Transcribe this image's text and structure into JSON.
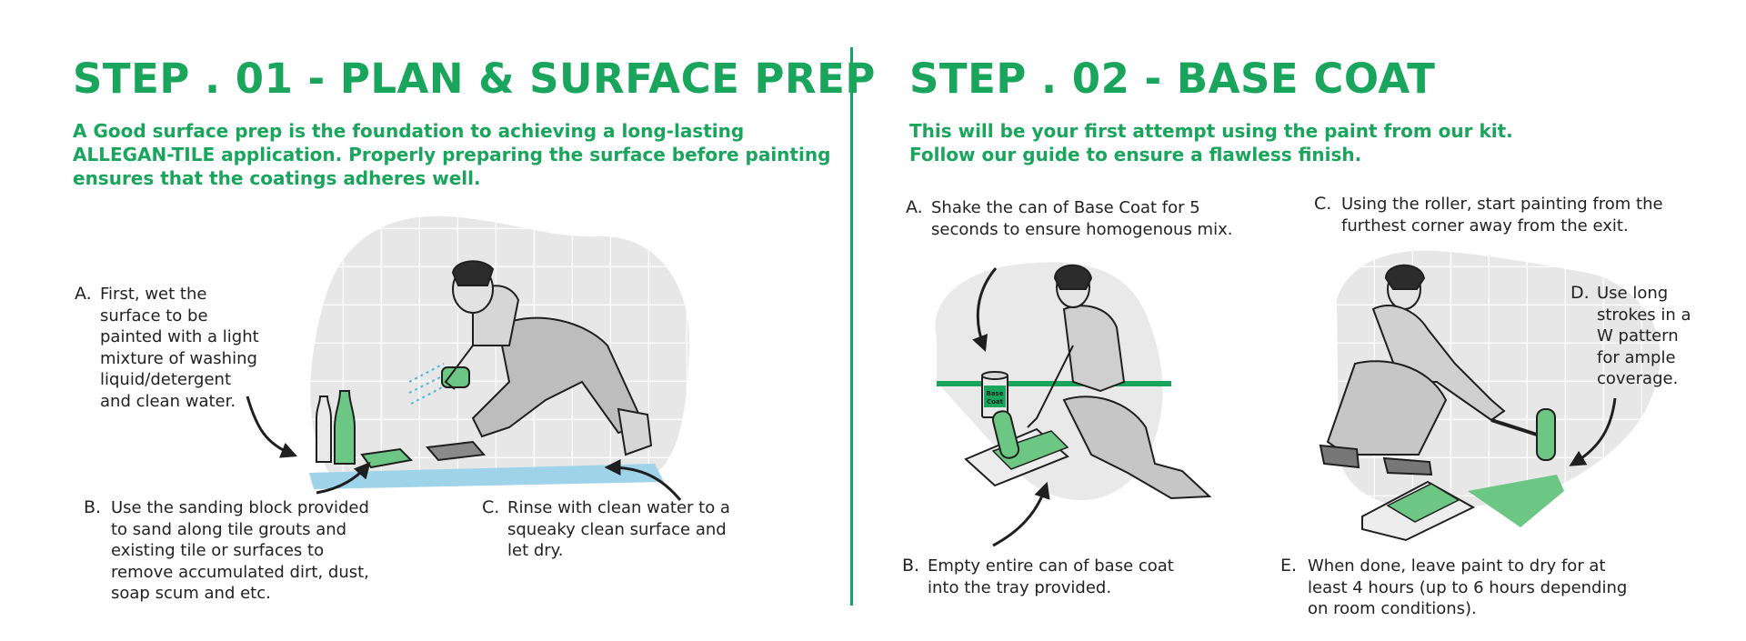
{
  "colors": {
    "accent": "#1aa55c",
    "light_green": "#6cc684",
    "grey": "#e6e6e6",
    "dark": "#1f1f1f"
  },
  "step1": {
    "title": "STEP . 01 - PLAN & SURFACE PREP",
    "intro": [
      "A Good surface prep is the foundation to achieving a long-lasting",
      "ALLEGAN-TILE application. Properly preparing the surface before painting",
      "ensures that the coatings adheres well."
    ],
    "items": [
      {
        "letter": "A.",
        "lines": [
          "First, wet the",
          "surface to be",
          "painted with a light",
          "mixture of washing",
          "liquid/detergent",
          "and clean water."
        ]
      },
      {
        "letter": "B.",
        "lines": [
          "Use the sanding block provided",
          "to sand along tile grouts and",
          "existing tile or surfaces to",
          "remove accumulated dirt, dust,",
          "soap scum and etc."
        ]
      },
      {
        "letter": "C.",
        "lines": [
          "Rinse with clean water to a",
          "squeaky clean surface and",
          "let dry."
        ]
      }
    ]
  },
  "step2": {
    "title": "STEP . 02 - BASE COAT",
    "intro": [
      "This will be your first attempt using the paint from our kit.",
      "Follow our guide to ensure a flawless finish."
    ],
    "can_label": [
      "Base",
      "Coat"
    ],
    "items": [
      {
        "letter": "A.",
        "lines": [
          "Shake the can of Base Coat for 5",
          "seconds to ensure homogenous mix."
        ]
      },
      {
        "letter": "B.",
        "lines": [
          "Empty entire can of base coat",
          "into the tray provided."
        ]
      },
      {
        "letter": "C.",
        "lines": [
          "Using the roller, start painting from the",
          "furthest corner away from the exit."
        ]
      },
      {
        "letter": "D.",
        "lines": [
          "Use long",
          "strokes in a",
          "W pattern",
          "for ample",
          "coverage."
        ]
      },
      {
        "letter": "E.",
        "lines": [
          "When done, leave paint to dry for at",
          "least 4 hours (up to 6 hours depending",
          "on room conditions)."
        ]
      }
    ]
  }
}
